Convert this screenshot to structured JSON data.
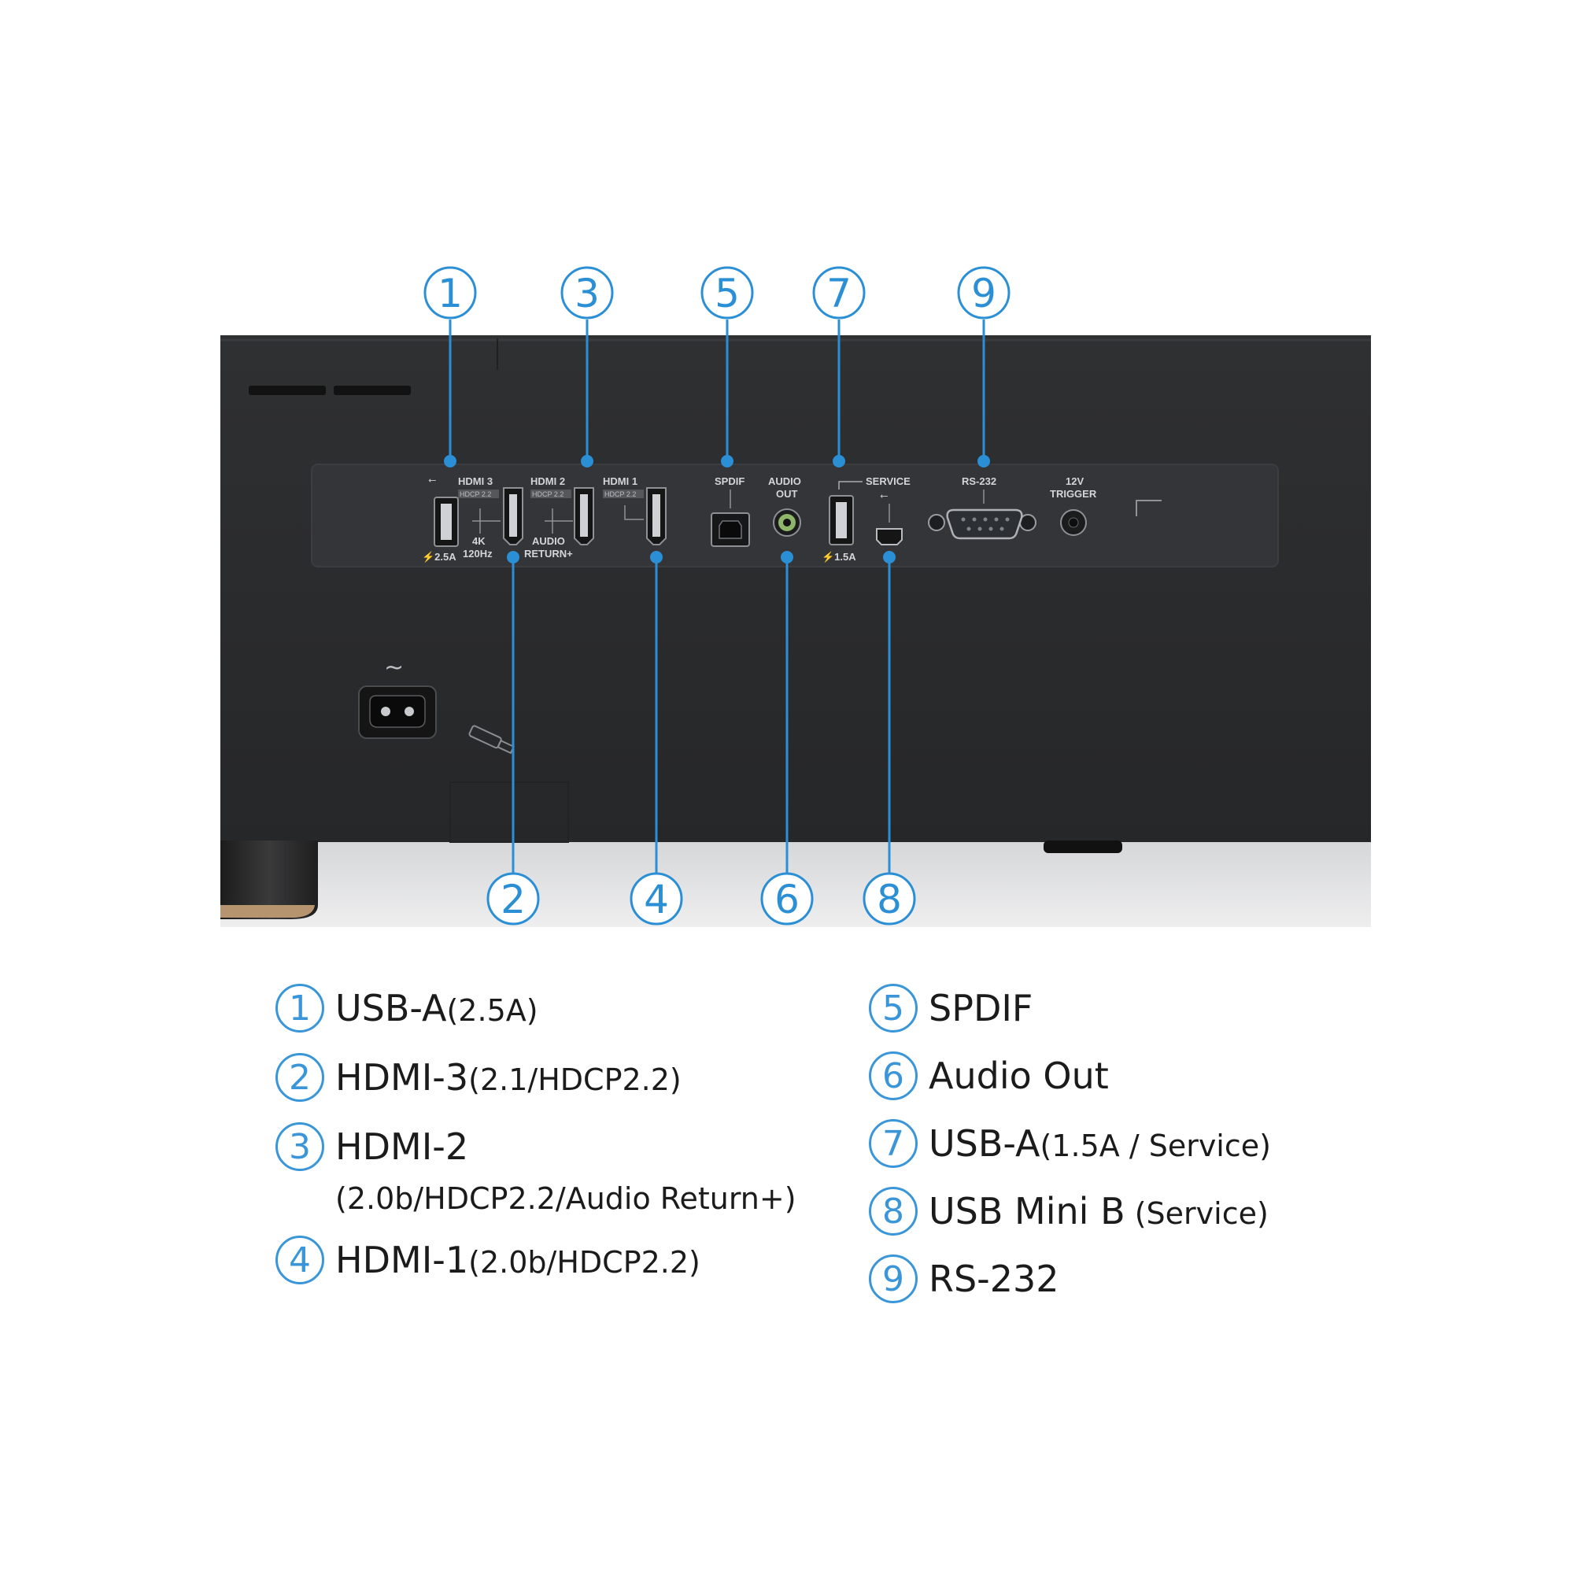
{
  "colors": {
    "accent": "#3a96d8",
    "device_body": "#2b2c2e",
    "panel": "#333437",
    "text": "#1b1b1b"
  },
  "panel_labels": {
    "usb1_icon": "⭠",
    "hdmi3": "HDMI 3",
    "hdmi3_badge": "HDCP 2.2",
    "hdmi2": "HDMI 2",
    "hdmi2_badge": "HDCP 2.2",
    "hdmi1": "HDMI 1",
    "hdmi1_badge": "HDCP 2.2",
    "spdif": "SPDIF",
    "audio": "AUDIO",
    "out": "OUT",
    "service": "SERVICE",
    "rs232": "RS-232",
    "v12": "12V",
    "trigger": "TRIGGER",
    "usb1_current": "⚡2.5A",
    "fourk": "4K",
    "hz120": "120Hz",
    "audio_return": "AUDIO",
    "return_plus": "RETURN+",
    "usb2_current": "⚡1.5A",
    "power_symbol": "~"
  },
  "callouts": [
    {
      "number": "1"
    },
    {
      "number": "3"
    },
    {
      "number": "5"
    },
    {
      "number": "7"
    },
    {
      "number": "9"
    },
    {
      "number": "2"
    },
    {
      "number": "4"
    },
    {
      "number": "6"
    },
    {
      "number": "8"
    }
  ],
  "legend": {
    "items": [
      {
        "number": "1",
        "main": "USB-A",
        "sub": "(2.5A)"
      },
      {
        "number": "2",
        "main": "HDMI-3",
        "sub": "(2.1/HDCP2.2)"
      },
      {
        "number": "3",
        "main": "HDMI-2",
        "line2": "(2.0b/HDCP2.2/Audio Return+)"
      },
      {
        "number": "4",
        "main": "HDMI-1",
        "sub": "(2.0b/HDCP2.2)"
      },
      {
        "number": "5",
        "main": "SPDIF"
      },
      {
        "number": "6",
        "main": "Audio Out"
      },
      {
        "number": "7",
        "main": "USB-A",
        "sub": "(1.5A / Service)"
      },
      {
        "number": "8",
        "main": "USB Mini B",
        "sub": " (Service)"
      },
      {
        "number": "9",
        "main": "RS-232"
      }
    ]
  }
}
